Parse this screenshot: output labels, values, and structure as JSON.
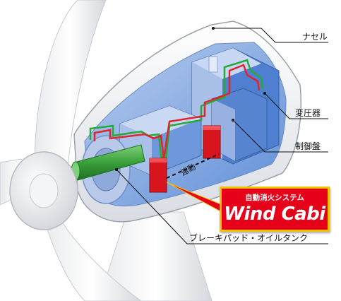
{
  "labels": {
    "nacelle": "ナセル",
    "transformer": "変圧器",
    "control_panel": "制御盤",
    "brake_pad": "ブレーキパッド・オイルタンク"
  },
  "interlock_label": "連動",
  "badge": {
    "subtitle": "自動消火システム",
    "brand": "Wind Cabi"
  },
  "colors": {
    "pipe_red": "#e0242b",
    "pipe_green": "#27a83a",
    "unit_red": "#d8141c",
    "badge_red": "#e6001a",
    "badge_border": "#f2c200",
    "shaft_green": "#3aa03a",
    "housing_blue": "#4d7fd0"
  }
}
